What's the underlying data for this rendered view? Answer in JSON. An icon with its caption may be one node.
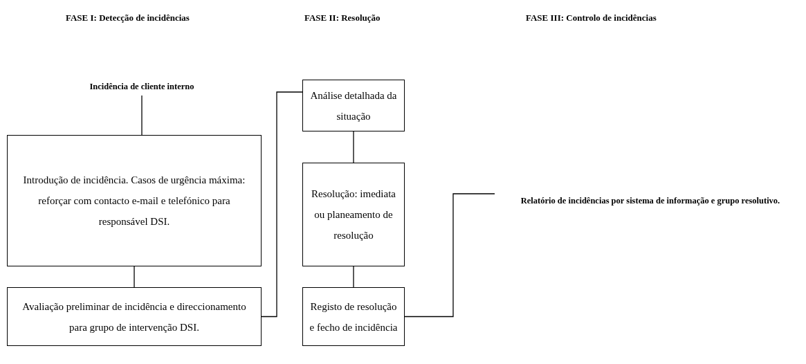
{
  "diagram": {
    "nodes": [
      {
        "text": [
          "Incidência de cliente interno"
        ]
      },
      {
        "text": [
          "Introdução de incidência. Casos de urgência máxima: reforçar com contacto e-mail e telefónico para responsável DSI."
        ]
      },
      {
        "text": [
          "Avaliação preliminar de incidência e direccionamento para grupo de intervenção DSI."
        ]
      },
      {
        "text": [
          "Análise detalhada da situação"
        ]
      },
      {
        "text": [
          "Resolução: imediata ou planeamento de resolução"
        ]
      },
      {
        "text": [
          "Registo de resolução e fecho de incidência"
        ]
      },
      {
        "text": [
          "Relatório de incidências por sistema de informação e grupo resolutivo."
        ]
      }
    ],
    "edges": [
      {
        "from": 0,
        "to": 1,
        "arrow": "none"
      },
      {
        "from": 1,
        "to": 2,
        "arrow": "none"
      },
      {
        "from": 2,
        "to": 3,
        "arrow": "none"
      },
      {
        "from": 3,
        "to": 4,
        "arrow": "none"
      },
      {
        "from": 4,
        "to": 5,
        "arrow": "none"
      },
      {
        "from": 5,
        "to": 6,
        "arrow": "none"
      }
    ],
    "labels": [
      "FASE I: Detecção de incidências",
      "FASE II: Resolução",
      "FASE III: Controlo de incidências"
    ]
  }
}
